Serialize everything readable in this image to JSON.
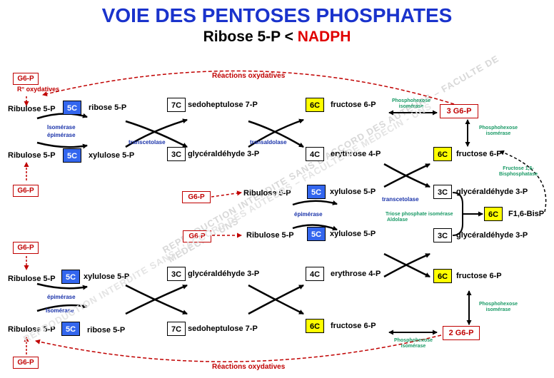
{
  "title": "VOIE DES PENTOSES PHOSPHATES",
  "subtitle_main": "Ribose 5-P <",
  "subtitle_highlight": "NADPH",
  "watermark_upper": "REPRODUCTION INTERDITE SANS L'ACCORD DES AUTEURS – FACULTE DE MEDECIN - UNS",
  "watermark_lower": "REPRODUCTION INTERDITE SANS L'ACCORD DES AUTEURS – FACULTE DE MEDECIN - UNS",
  "oxidative_top": "Réactions oxydatives",
  "oxidative_bottom": "Réactions oxydatives",
  "ox_abbrev": "R° oxydatives",
  "g6p": "G6-P",
  "three_g6p": "3 G6-P",
  "two_g6p": "2 G6-P",
  "c5": "5C",
  "c6": "6C",
  "c7": "7C",
  "c3": "3C",
  "c4": "4C",
  "ribulose5p": "Ribulose 5-P",
  "ribose5p": "ribose 5-P",
  "xylulose5p": "xylulose 5-P",
  "sedoheptulose7p": "sedoheptulose 7-P",
  "gald3p": "glycéraldéhyde 3-P",
  "fructose6p": "fructose 6-P",
  "erythrose4p": "erythrose 4-P",
  "f16bisp": "F1,6-BisP",
  "isomerase": "Isomérase",
  "epimerase": "épimérase",
  "transcetolase": "transcetolase",
  "transaldolase": "transaldolase",
  "phosphohexose_isomerase": "Phosphohexose isomérase",
  "fructose_bisphosphatase": "Fructose 1,6-Bisphosphatase",
  "triose_isomerase": "Triose phosphate isomérase",
  "aldolase": "Aldolase"
}
